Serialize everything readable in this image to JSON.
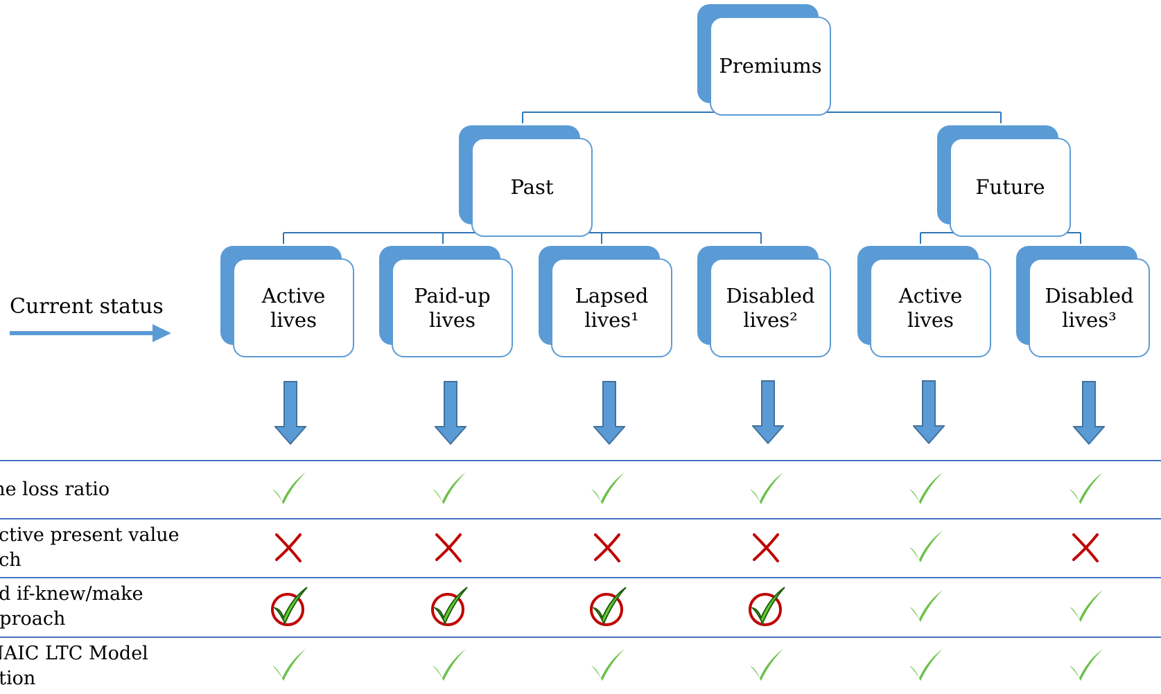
{
  "root": {
    "label": "Premiums"
  },
  "groups": [
    {
      "label": "Past"
    },
    {
      "label": "Future"
    }
  ],
  "statuses": [
    {
      "label": "Active\nlives"
    },
    {
      "label": "Paid-up\nlives"
    },
    {
      "label": "Lapsed\nlives¹"
    },
    {
      "label": "Disabled\nlives²"
    },
    {
      "label": "Active\nlives"
    },
    {
      "label": "Disabled\nlives³"
    }
  ],
  "current_status_label": "Current status",
  "rows": [
    {
      "label": "me loss ratio",
      "marks": [
        "check",
        "check",
        "check",
        "check",
        "check",
        "check"
      ]
    },
    {
      "label": "ective present value\nach",
      "marks": [
        "cross",
        "cross",
        "cross",
        "cross",
        "check",
        "cross"
      ]
    },
    {
      "label": "ed if-knew/make\npproach",
      "marks": [
        "circled-check",
        "circled-check",
        "circled-check",
        "circled-check",
        "check",
        "check"
      ]
    },
    {
      "label": "NAIC LTC Model\nation",
      "marks": [
        "check",
        "check",
        "check",
        "check",
        "check",
        "check"
      ]
    }
  ],
  "colors": {
    "box_border": "#5b9bd5",
    "connector": "#2e75b6",
    "check": "#6cc04a",
    "cross": "#c00000",
    "row_line": "#4472c4"
  }
}
